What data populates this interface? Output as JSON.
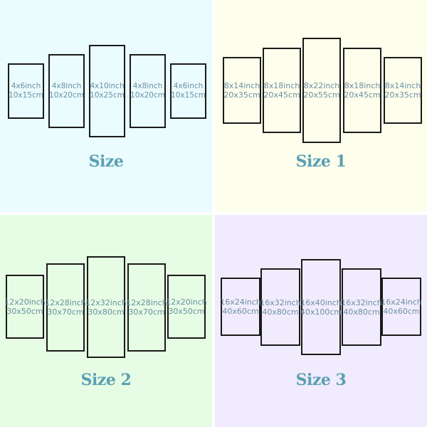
{
  "quadrants": [
    {
      "background": "#eafcfe",
      "title": "Size",
      "panels": [
        {
          "inch": "4x6inch",
          "cm": "10x15cm"
        },
        {
          "inch": "4x8inch",
          "cm": "10x20cm"
        },
        {
          "inch": "4x10inch",
          "cm": "10x25cm"
        },
        {
          "inch": "4x8inch",
          "cm": "10x20cm"
        },
        {
          "inch": "4x6inch",
          "cm": "10x15cm"
        }
      ]
    },
    {
      "background": "#fefeec",
      "title": "Size 1",
      "panels": [
        {
          "inch": "8x14inch",
          "cm": "20x35cm"
        },
        {
          "inch": "8x18inch",
          "cm": "20x45cm"
        },
        {
          "inch": "8x22inch",
          "cm": "20x55cm"
        },
        {
          "inch": "8x18inch",
          "cm": "20x45cm"
        },
        {
          "inch": "8x14inch",
          "cm": "20x35cm"
        }
      ]
    },
    {
      "background": "#e6fce4",
      "title": "Size 2",
      "panels": [
        {
          "inch": "12x20inch",
          "cm": "30x50cm"
        },
        {
          "inch": "12x28inch",
          "cm": "30x70cm"
        },
        {
          "inch": "12x32inch",
          "cm": "30x80cm"
        },
        {
          "inch": "12x28inch",
          "cm": "30x70cm"
        },
        {
          "inch": "12x20inch",
          "cm": "30x50cm"
        }
      ]
    },
    {
      "background": "#f1ecfd",
      "title": "Size 3",
      "panels": [
        {
          "inch": "16x24inch",
          "cm": "40x60cm"
        },
        {
          "inch": "16x32inch",
          "cm": "40x80cm"
        },
        {
          "inch": "16x40inch",
          "cm": "40x100cm"
        },
        {
          "inch": "16x32inch",
          "cm": "40x80cm"
        },
        {
          "inch": "16x24inch",
          "cm": "40x60cm"
        }
      ]
    }
  ]
}
